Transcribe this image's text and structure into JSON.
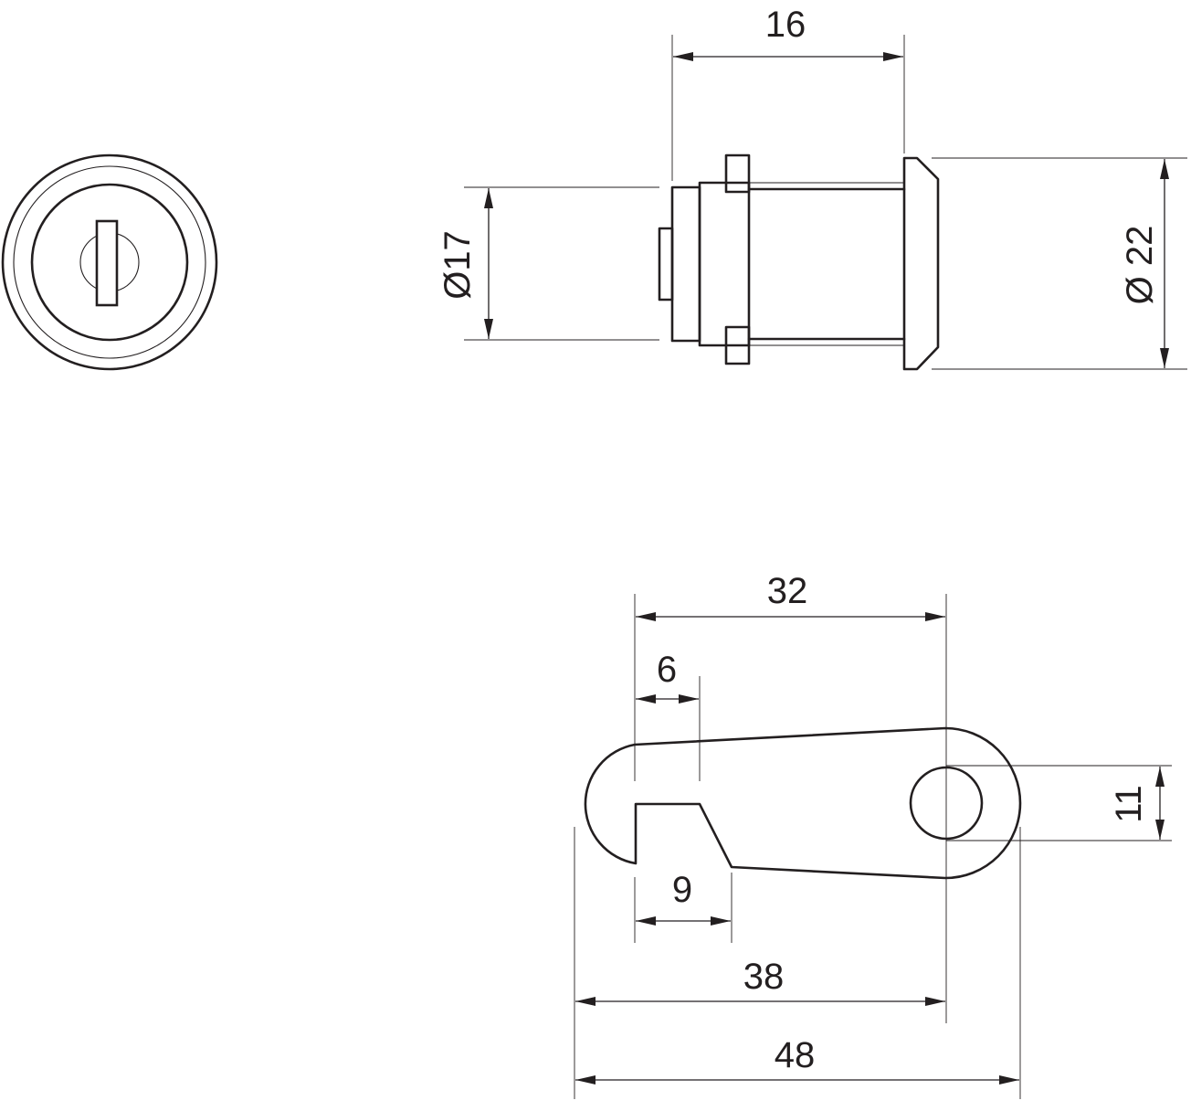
{
  "front_view": {
    "description_icon": "lock-face-icon"
  },
  "side_view": {
    "dim_length": "16",
    "dim_body_diameter": "Ø17",
    "dim_flange_diameter": "Ø 22"
  },
  "cam": {
    "dim_hole_to_notch": "32",
    "dim_notch_width": "6",
    "dim_lower_step": "9",
    "dim_hole_to_tip": "38",
    "dim_overall": "48",
    "dim_hole_height": "11"
  },
  "colors": {
    "line": "#231f20",
    "background": "#ffffff"
  }
}
